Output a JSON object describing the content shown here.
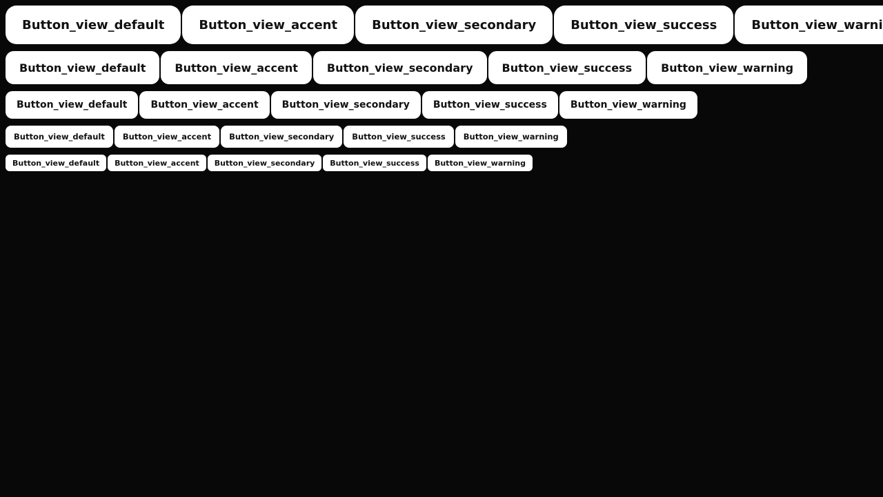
{
  "rows": {
    "xl": {
      "buttons": [
        "Button_view_default",
        "Button_view_accent",
        "Button_view_secondary",
        "Button_view_success",
        "Button_view_warning"
      ]
    },
    "l": {
      "buttons": [
        "Button_view_default",
        "Button_view_accent",
        "Button_view_secondary",
        "Button_view_success",
        "Button_view_warning"
      ]
    },
    "m": {
      "buttons": [
        "Button_view_default",
        "Button_view_accent",
        "Button_view_secondary",
        "Button_view_success",
        "Button_view_warning"
      ]
    },
    "s": {
      "buttons": [
        "Button_view_default",
        "Button_view_accent",
        "Button_view_secondary",
        "Button_view_success",
        "Button_view_warning"
      ]
    },
    "xs": {
      "buttons": [
        "Button_view_default",
        "Button_view_accent",
        "Button_view_secondary",
        "Button_view_success",
        "Button_view_warning"
      ]
    }
  },
  "colors": {
    "background": "#080808",
    "button_background": "#ffffff",
    "button_text": "#111111"
  }
}
